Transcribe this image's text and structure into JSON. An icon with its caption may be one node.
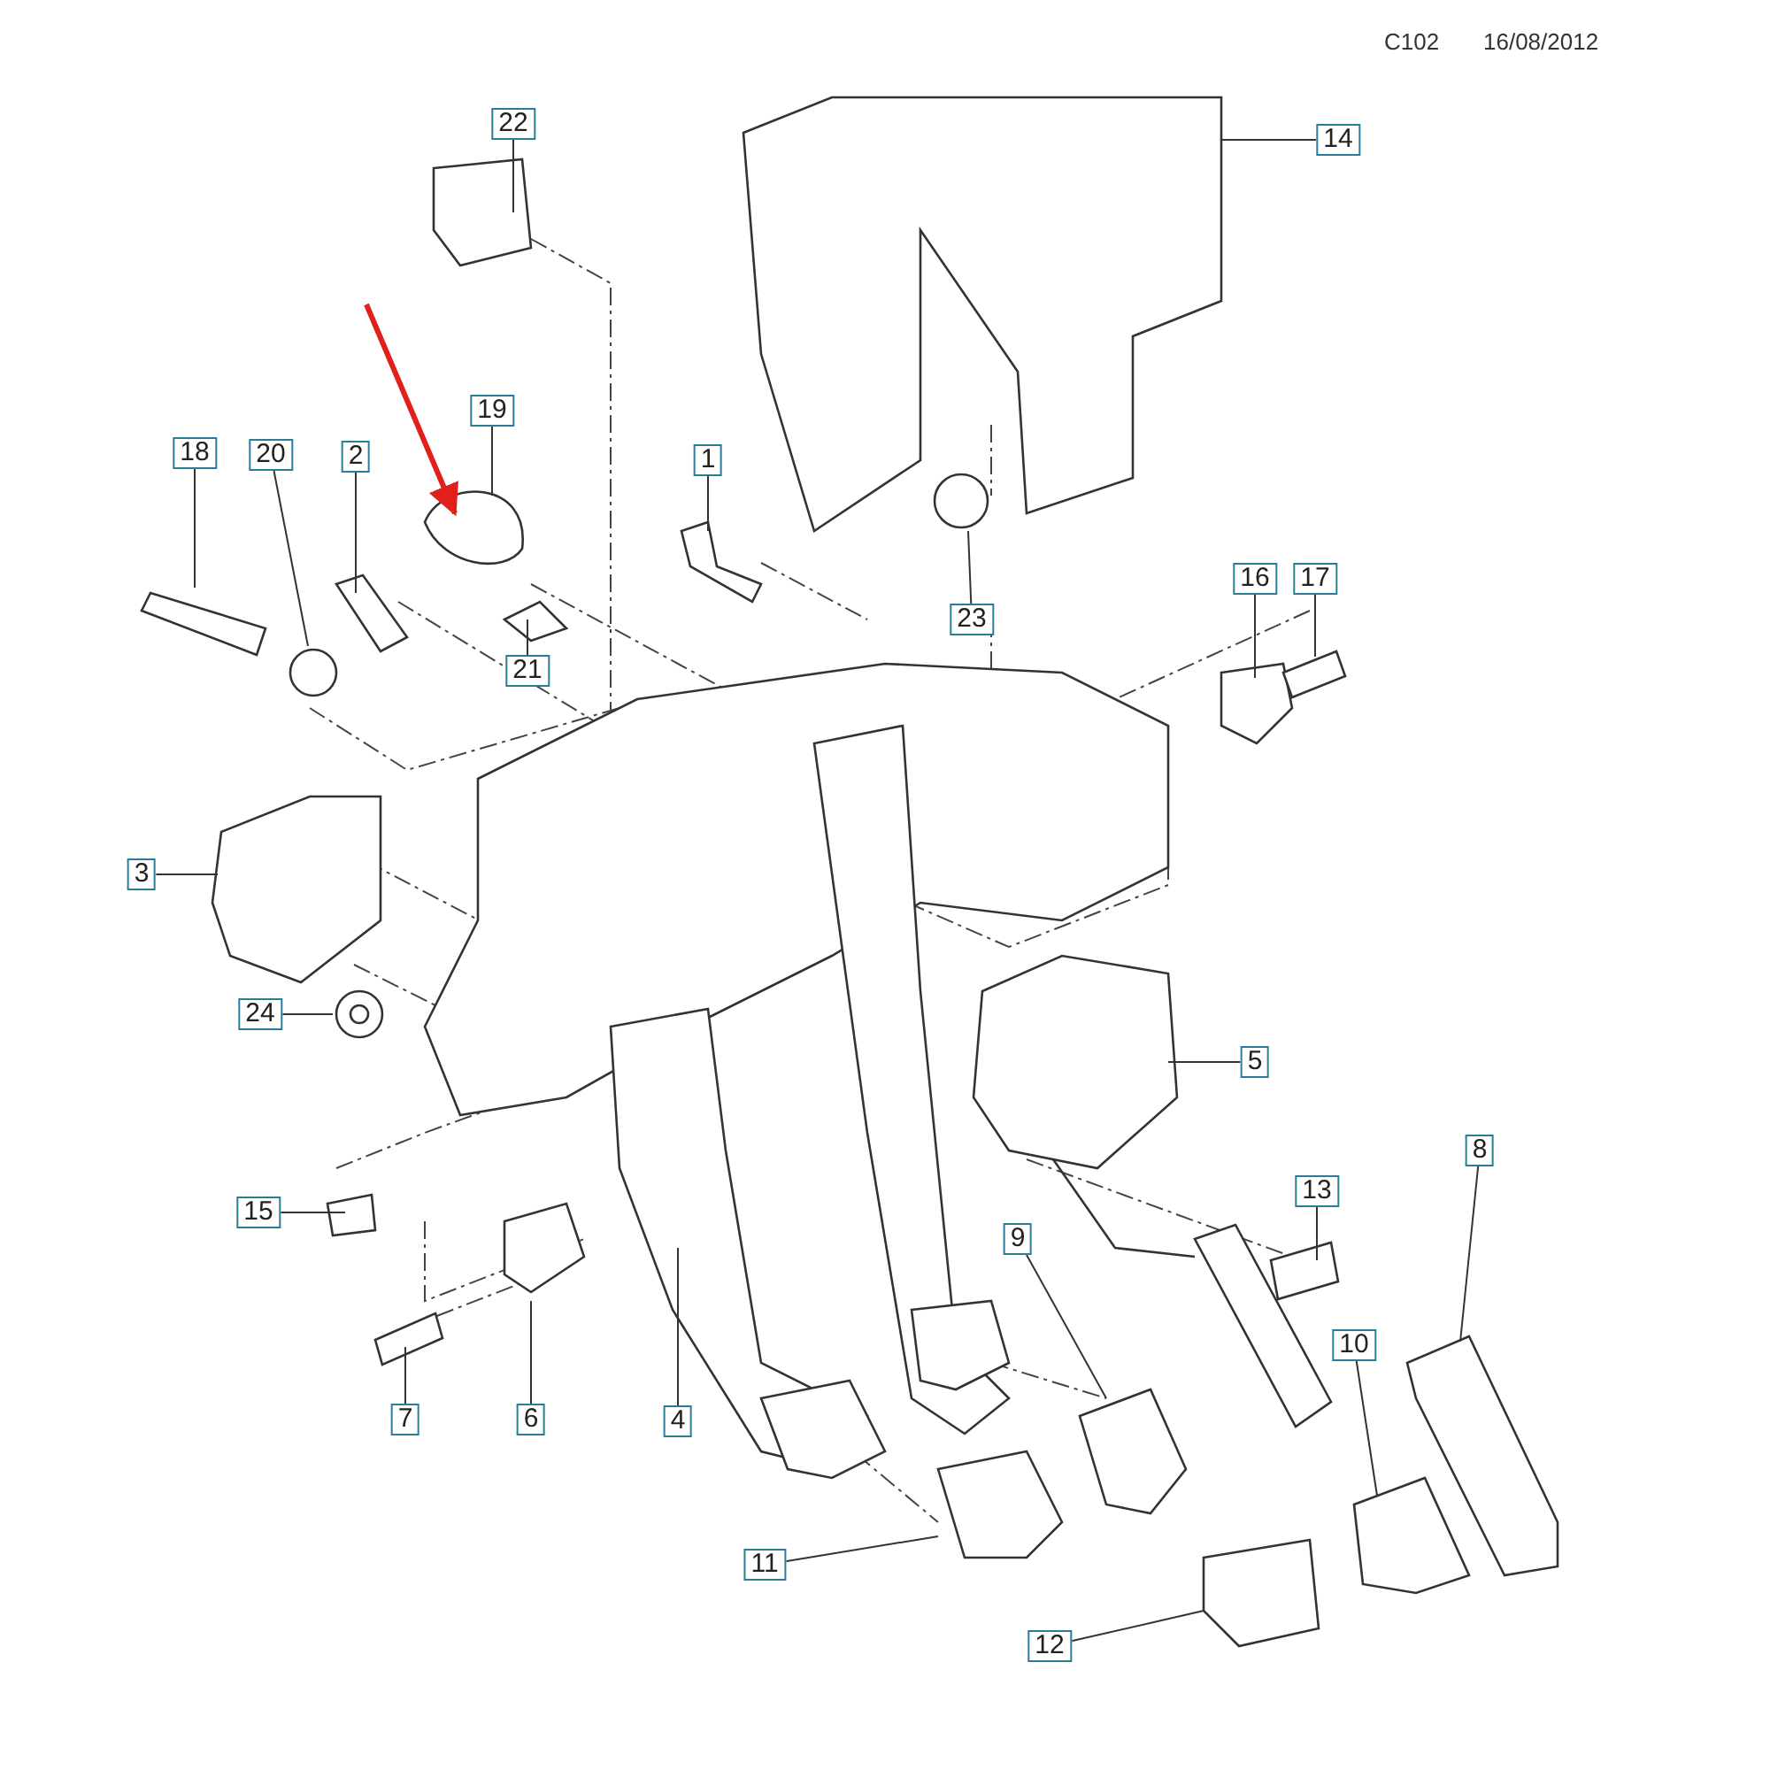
{
  "diagram": {
    "nodes": [
      {
        "text": [
          "22"
        ]
      },
      {
        "text": [
          "14"
        ]
      },
      {
        "text": [
          "19"
        ]
      },
      {
        "text": [
          "1"
        ]
      },
      {
        "text": [
          "18"
        ]
      },
      {
        "text": [
          "20"
        ]
      },
      {
        "text": [
          "2"
        ]
      },
      {
        "text": [
          "21"
        ]
      },
      {
        "text": [
          "23"
        ]
      },
      {
        "text": [
          "16"
        ]
      },
      {
        "text": [
          "17"
        ]
      },
      {
        "text": [
          "3"
        ]
      },
      {
        "text": [
          "24"
        ]
      },
      {
        "text": [
          "5"
        ]
      },
      {
        "text": [
          "15"
        ]
      },
      {
        "text": [
          "13"
        ]
      },
      {
        "text": [
          "9"
        ]
      },
      {
        "text": [
          "8"
        ]
      },
      {
        "text": [
          "10"
        ]
      },
      {
        "text": [
          "7"
        ]
      },
      {
        "text": [
          "6"
        ]
      },
      {
        "text": [
          "4"
        ]
      },
      {
        "text": [
          "11"
        ]
      },
      {
        "text": [
          "12"
        ]
      }
    ],
    "edges": [
      {
        "from": 0,
        "to": null,
        "arrow": "none"
      },
      {
        "from": 1,
        "to": null,
        "arrow": "none"
      },
      {
        "from": 2,
        "to": null,
        "arrow": "none"
      },
      {
        "from": 3,
        "to": null,
        "arrow": "none"
      },
      {
        "from": 4,
        "to": null,
        "arrow": "none"
      },
      {
        "from": 5,
        "to": null,
        "arrow": "none"
      },
      {
        "from": 6,
        "to": null,
        "arrow": "none"
      },
      {
        "from": 7,
        "to": null,
        "arrow": "none"
      },
      {
        "from": 8,
        "to": null,
        "arrow": "none"
      },
      {
        "from": 9,
        "to": null,
        "arrow": "none"
      },
      {
        "from": 10,
        "to": null,
        "arrow": "none"
      },
      {
        "from": 11,
        "to": null,
        "arrow": "none"
      },
      {
        "from": 12,
        "to": null,
        "arrow": "none"
      },
      {
        "from": 13,
        "to": null,
        "arrow": "none"
      },
      {
        "from": 14,
        "to": null,
        "arrow": "none"
      },
      {
        "from": 15,
        "to": null,
        "arrow": "none"
      },
      {
        "from": 16,
        "to": null,
        "arrow": "none"
      },
      {
        "from": 17,
        "to": null,
        "arrow": "none"
      },
      {
        "from": 18,
        "to": null,
        "arrow": "none"
      },
      {
        "from": 19,
        "to": null,
        "arrow": "none"
      },
      {
        "from": 20,
        "to": null,
        "arrow": "none"
      },
      {
        "from": 21,
        "to": null,
        "arrow": "none"
      },
      {
        "from": 22,
        "to": null,
        "arrow": "none"
      },
      {
        "from": 23,
        "to": null,
        "arrow": "none"
      }
    ],
    "labels": [
      "C102",
      "16/08/2012"
    ]
  }
}
